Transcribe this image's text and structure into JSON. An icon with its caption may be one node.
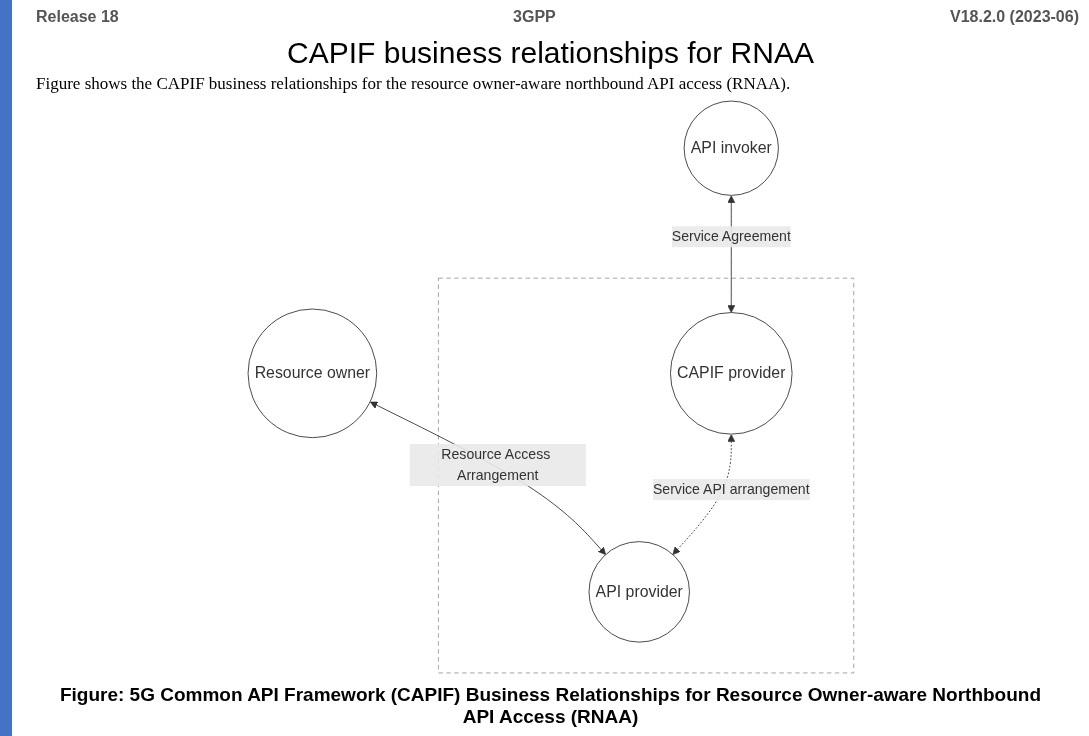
{
  "diagram": {
    "title": "CAPIF business relationships for RNAA",
    "caption": "Figure: 5G Common API Framework (CAPIF) Business Relationships for Resource Owner-aware Northbound API Access (RNAA)",
    "nodes": [
      {
        "text": [
          "API invoker"
        ]
      },
      {
        "text": [
          "Resource owner"
        ]
      },
      {
        "text": [],
        "shape": "box"
      },
      {
        "text": [
          "CAPIF provider"
        ],
        "in": 2
      },
      {
        "text": [
          "API provider"
        ],
        "in": 2
      }
    ],
    "edges": [
      {
        "from": 0,
        "to": 3,
        "arrow": "both",
        "label": "Service Agreement"
      },
      {
        "from": 1,
        "to": 4,
        "arrow": "both",
        "label": "Resource Access Arrangement"
      },
      {
        "from": 3,
        "to": 4,
        "arrow": "both",
        "label": "Service API arrangement",
        "style": "dashed"
      }
    ],
    "labels": [
      "Release 18",
      "3GPP",
      "V18.2.0 (2023-06)",
      "Figure shows the CAPIF business relationships for the resource owner-aware northbound API access (RNAA)."
    ]
  }
}
